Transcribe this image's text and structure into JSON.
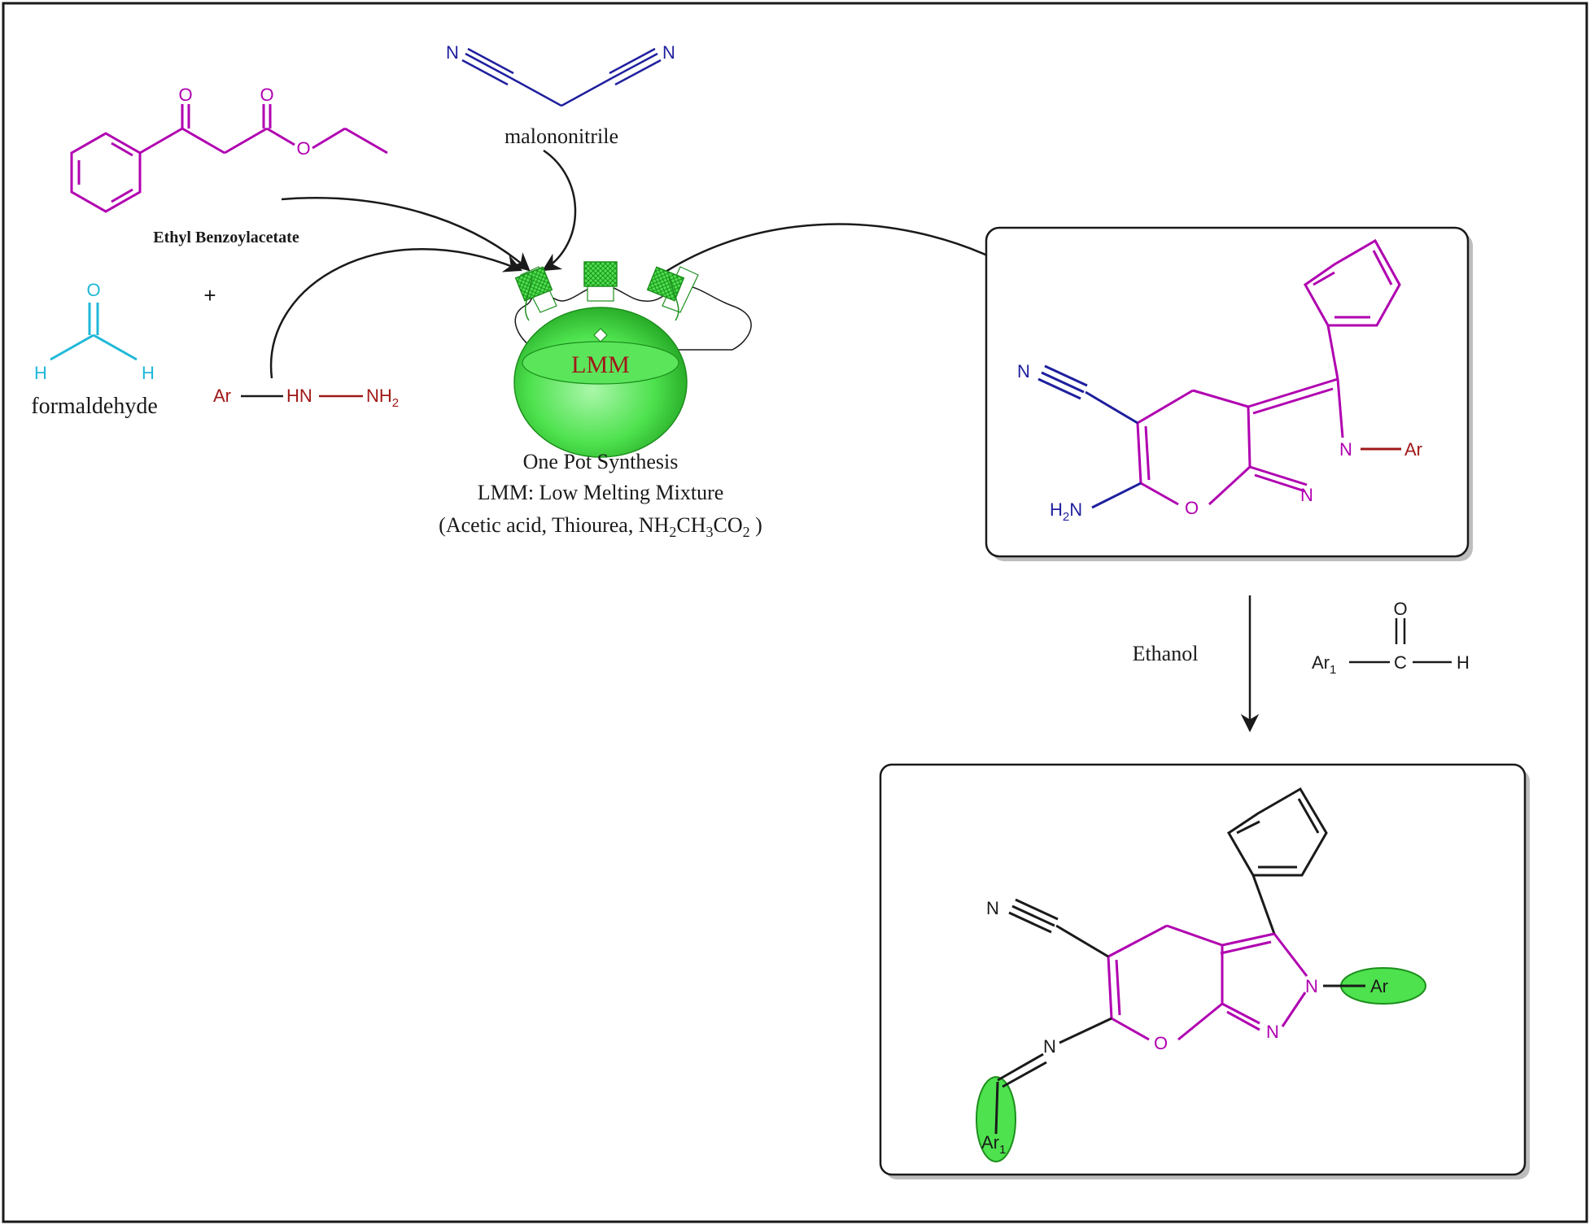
{
  "labels": {
    "malononitrile": "malononitrile",
    "ethyl_benzoylacetate": "Ethyl Benzoylacetate",
    "formaldehyde": "formaldehyde",
    "plus": "+",
    "flask_label": "LMM",
    "caption_line1": "One Pot Synthesis",
    "caption_line2": "LMM: Low Melting Mixture",
    "caption_line3_prefix": "(Acetic acid, Thiourea, NH",
    "caption_sub2a": "2",
    "caption_ch": "CH",
    "caption_sub3": "3",
    "caption_co": "CO",
    "caption_sub2b": "2",
    "caption_suffix": " )",
    "ethanol": "Ethanol"
  },
  "atoms": {
    "n": "N",
    "o": "O",
    "h": "H",
    "c": "C",
    "ar": "Ar",
    "hn": "HN",
    "nh": "NH",
    "two": "2",
    "one": "1",
    "h2n_h": "H",
    "h2n_n": "N"
  },
  "colors": {
    "magenta": "#b000b0",
    "blue": "#1f1f9e",
    "cyan": "#1fb8d8",
    "red": "#a01818",
    "green": "#3ddc3d",
    "green_dark": "#1c8f1c",
    "black": "#1a1a1a"
  }
}
